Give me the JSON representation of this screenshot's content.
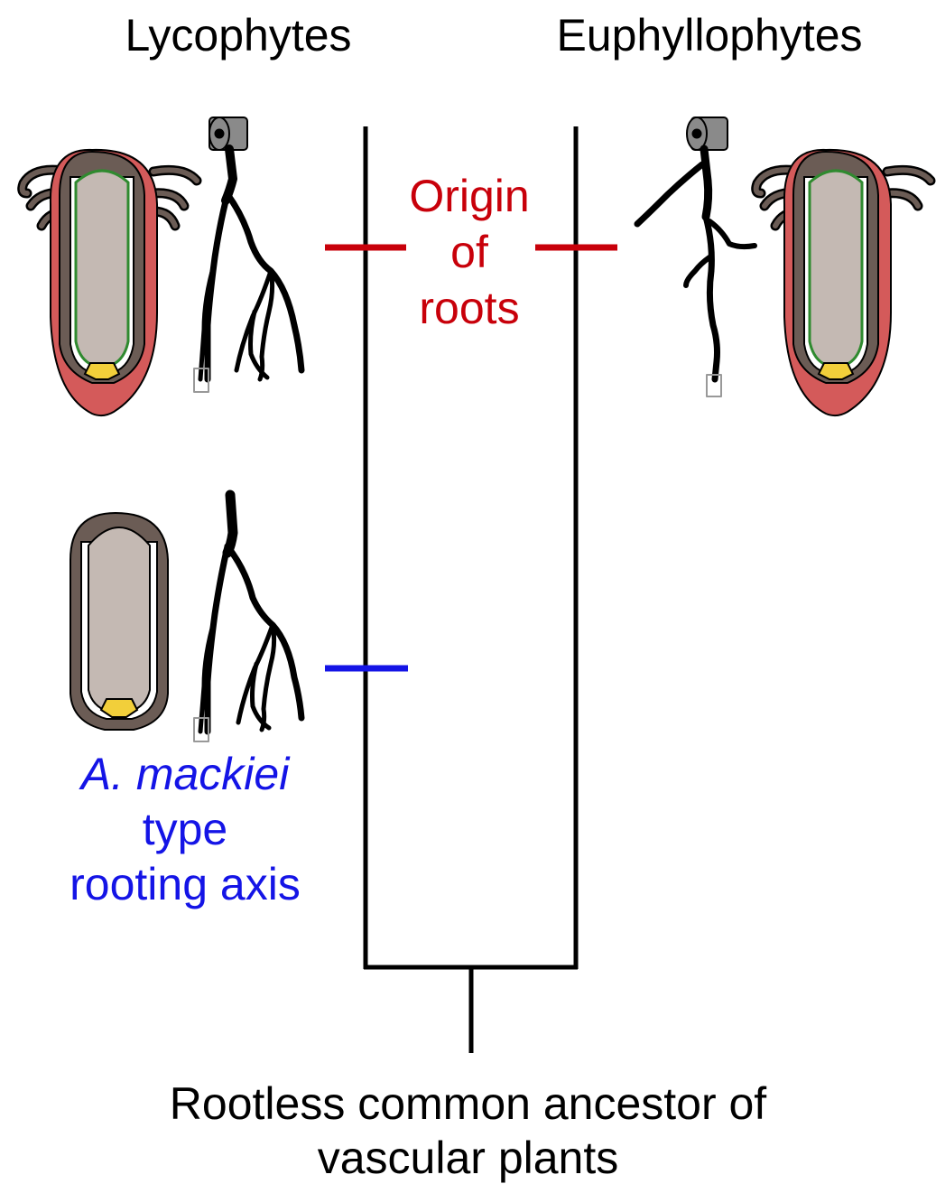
{
  "clades": {
    "left": "Lycophytes",
    "right": "Euphyllophytes"
  },
  "origin_of_roots": {
    "line1": "Origin",
    "line2": "of",
    "line3": "roots"
  },
  "mackiei": {
    "species": "A. mackiei",
    "line2": "type",
    "line3": "rooting axis"
  },
  "ancestor": {
    "line1": "Rootless common ancestor of",
    "line2": "vascular plants"
  },
  "colors": {
    "tree": "#000000",
    "roots_marker": "#c8000a",
    "mackiei_marker": "#1414e6",
    "cap": "#d45a5a",
    "stele": "#c4b9b3",
    "cortex": "#6b5c55",
    "meristem": "#f2cf3a",
    "endodermis": "#2f8a2f"
  }
}
